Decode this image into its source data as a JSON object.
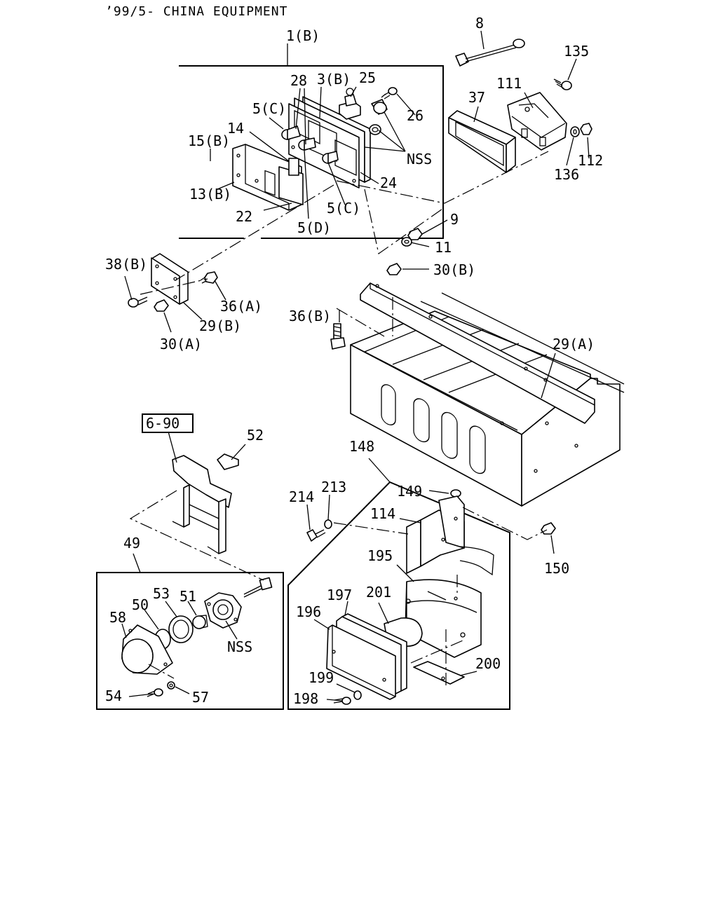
{
  "header": {
    "text": "’99/5- CHINA EQUIPMENT"
  },
  "ref_box": {
    "text": "6-90"
  },
  "labels": {
    "l8": "8",
    "l135": "135",
    "l1b": "1(B)",
    "l28": "28",
    "l3b": "3(B)",
    "l25": "25",
    "l26": "26",
    "l111": "111",
    "l37": "37",
    "l5c_top": "5(C)",
    "l14": "14",
    "l15b": "15(B)",
    "l13b": "13(B)",
    "l22": "22",
    "l5d": "5(D)",
    "l5c_bot": "5(C)",
    "l24": "24",
    "lnss_top": "NSS",
    "l112": "112",
    "l136": "136",
    "l9": "9",
    "l11": "11",
    "l38b": "38(B)",
    "l36a": "36(A)",
    "l29b": "29(B)",
    "l30a": "30(A)",
    "l30b": "30(B)",
    "l36b": "36(B)",
    "l29a": "29(A)",
    "l52": "52",
    "l148": "148",
    "l214": "214",
    "l213": "213",
    "l149": "149",
    "l114": "114",
    "l150": "150",
    "l49": "49",
    "l195": "195",
    "l53": "53",
    "l51": "51",
    "l50": "50",
    "l58": "58",
    "lnss_bot": "NSS",
    "l197": "197",
    "l201": "201",
    "l196": "196",
    "l200": "200",
    "l199": "199",
    "l198": "198",
    "l54": "54",
    "l57": "57"
  }
}
